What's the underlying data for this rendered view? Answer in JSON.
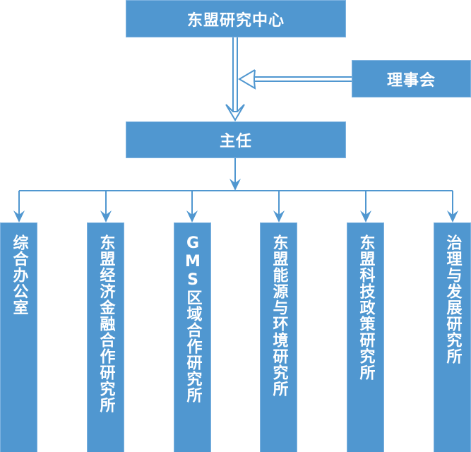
{
  "diagram": {
    "type": "org-chart",
    "top": {
      "label": "东盟研究中心"
    },
    "board": {
      "label": "理事会"
    },
    "director": {
      "label": "主任"
    },
    "departments": [
      {
        "label": "综合办公室"
      },
      {
        "label": "东盟经济金融合作研究所"
      },
      {
        "label": "GMS区域合作研究所"
      },
      {
        "label": "东盟能源与环境研究所"
      },
      {
        "label": "东盟科技政策研究所"
      },
      {
        "label": "治理与发展研究所"
      }
    ],
    "colors": {
      "box_fill": "#5097d0",
      "connector": "#5097d0",
      "text": "#ffffff"
    }
  }
}
